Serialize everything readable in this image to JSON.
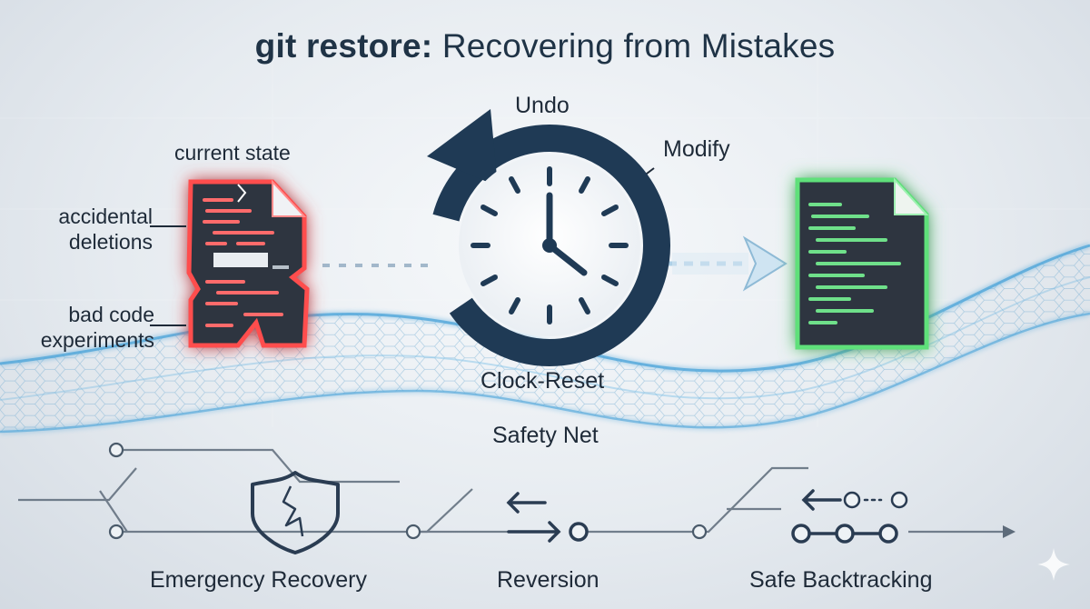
{
  "title": {
    "command": "git restore:",
    "rest": " Recovering from Mistakes"
  },
  "labels": {
    "undo": "Undo",
    "modify": "Modify",
    "current_state": "current state",
    "accidental_deletions": "accidental deletions",
    "bad_code_experiments": "bad code experiments",
    "clock_reset": "Clock-Reset",
    "safety_net": "Safety Net"
  },
  "bottom": {
    "emergency_recovery": "Emergency Recovery",
    "reversion": "Reversion",
    "safe_backtracking": "Safe Backtracking"
  },
  "colors": {
    "broken_glow": "#ff4d4d",
    "restored_glow": "#5ee07a",
    "document_dark": "#2f3640",
    "clock_ring": "#1f3a55",
    "net_blue": "#5aa9d6",
    "circuit": "#4a5a6a"
  },
  "icons": [
    "broken-document-icon",
    "clock-reset-icon",
    "restored-document-icon",
    "cracked-shield-icon",
    "swap-arrows-icon",
    "backtrack-nodes-icon",
    "sparkle-icon"
  ]
}
